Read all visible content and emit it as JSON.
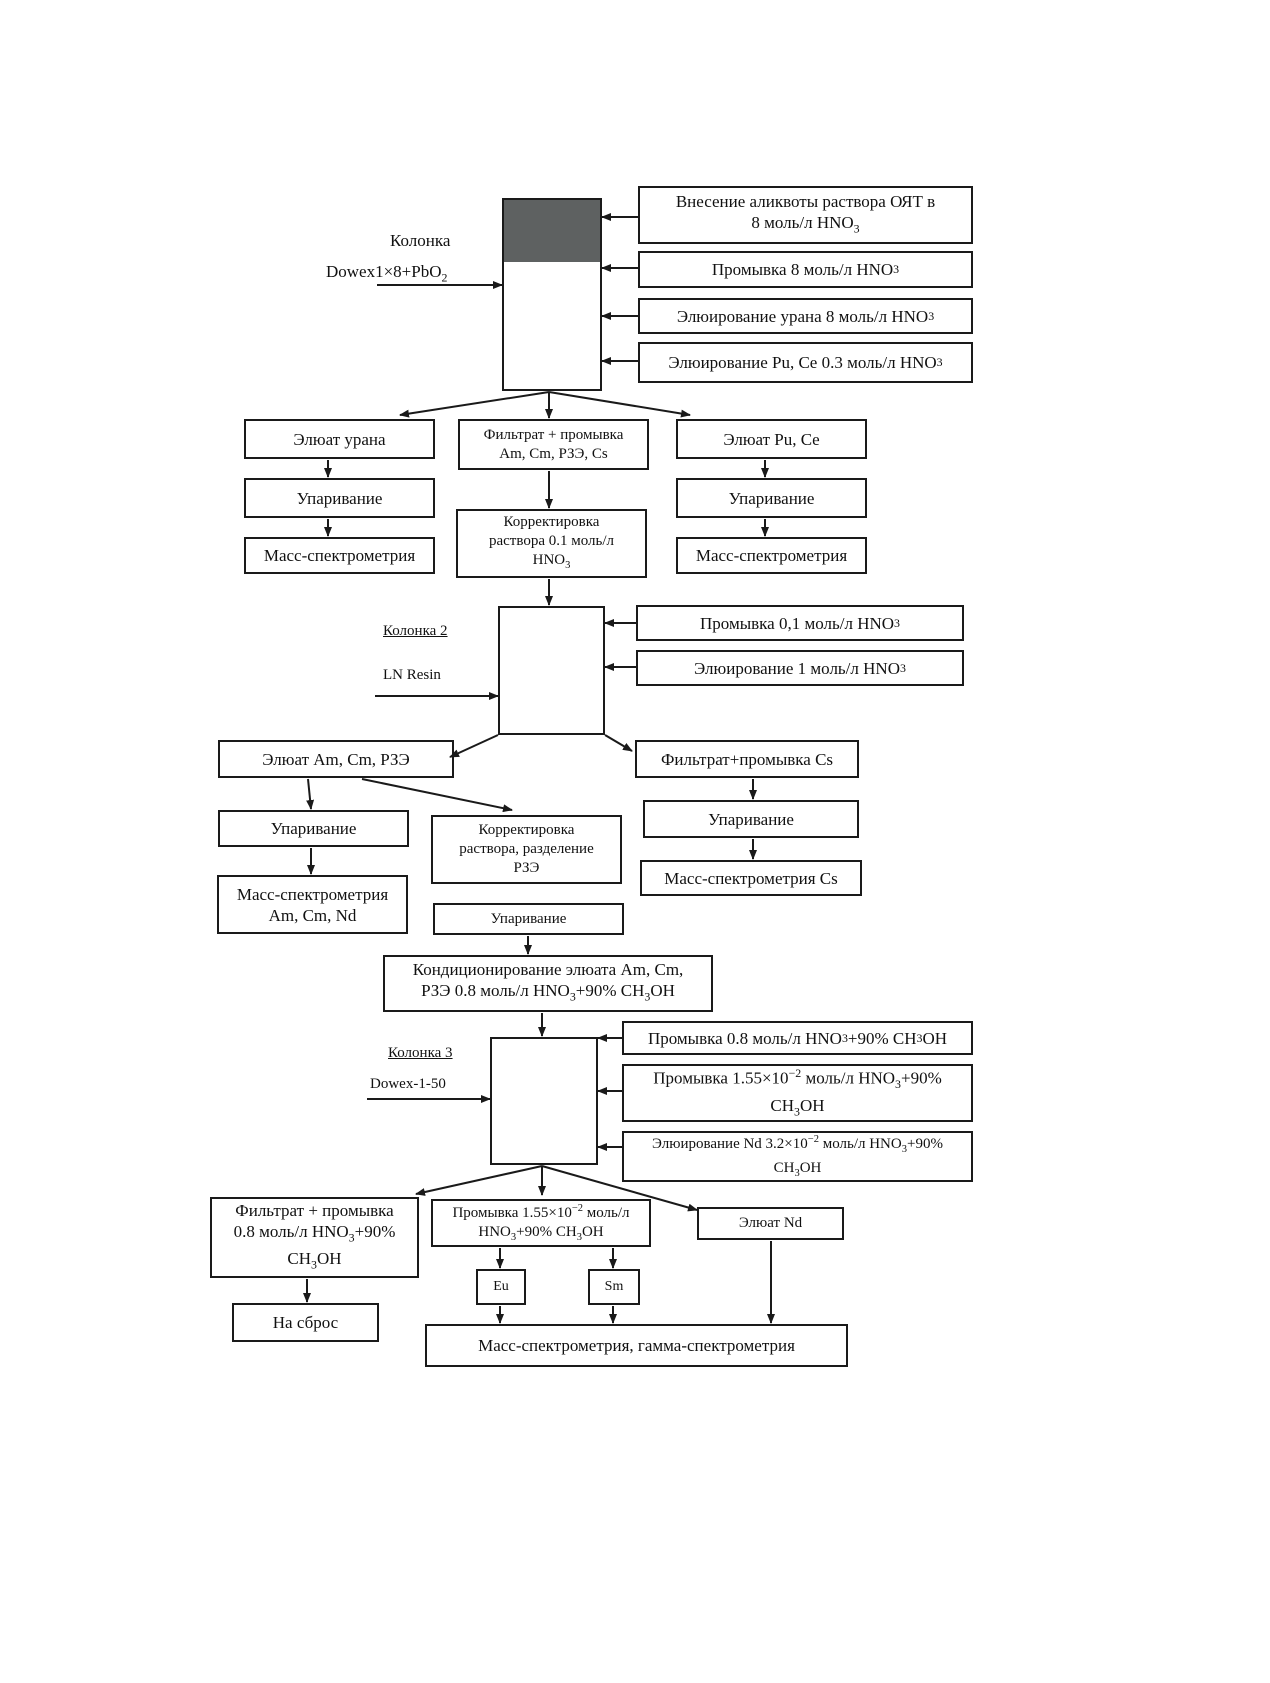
{
  "column1": {
    "title": "Колонка",
    "resin": "Dowex1×8+PbO",
    "resin_sub": "2",
    "feeds": [
      {
        "l1": "Внесение аликвоты раствора ОЯТ в",
        "l2a": "8 моль/л HNO",
        "l2sub": "3"
      },
      {
        "a": "Промывка 8 моль/л HNO",
        "sub": "3"
      },
      {
        "a": "Элюирование урана 8 моль/л HNO",
        "sub": "3"
      },
      {
        "a": "Элюирование Pu, Ce 0.3 моль/л HNO",
        "sub": "3"
      }
    ]
  },
  "branch1": {
    "left": [
      "Элюат урана",
      "Упаривание",
      "Масс-спектрометрия"
    ],
    "mid_l1": "Фильтрат + промывка",
    "mid_l2": "Am, Cm, РЗЭ, Cs",
    "corr_l1": "Корректировка",
    "corr_l2": "раствора 0.1 моль/л",
    "corr_l3": "HNO",
    "corr_l3_sub": "3",
    "right": [
      "Элюат Pu, Ce",
      "Упаривание",
      "Масс-спектрометрия"
    ]
  },
  "column2": {
    "title": "Колонка 2",
    "resin": "LN Resin",
    "feeds": [
      {
        "a": "Промывка 0,1 моль/л HNO",
        "sub": "3"
      },
      {
        "a": "Элюирование 1 моль/л HNO",
        "sub": "3"
      }
    ]
  },
  "branch2": {
    "left_eluate": "Элюат Am, Cm, РЗЭ",
    "left_evap": "Упаривание",
    "left_ms_l1": "Масс-спектрометрия",
    "left_ms_l2": "Am, Cm, Nd",
    "corr_l1": "Корректировка",
    "corr_l2": "раствора, разделение",
    "corr_l3": "РЗЭ",
    "corr_evap": "Упаривание",
    "right": [
      "Фильтрат+промывка Cs",
      "Упаривание",
      "Масс-спектрометрия Cs"
    ]
  },
  "conditioning": {
    "l1": "Кондиционирование элюата Am, Cm,",
    "l2a": "РЗЭ 0.8 моль/л HNO",
    "l2sub": "3",
    "l2b": "+90% CH",
    "l2sub2": "3",
    "l2c": "OH"
  },
  "column3": {
    "title": "Колонка 3",
    "resin": "Dowex-1-50",
    "feed1": {
      "a": "Промывка 0.8 моль/л HNO",
      "sub": "3",
      "b": "+90% CH",
      "sub2": "3",
      "c": "OH"
    },
    "feed2": {
      "a": "Промывка 1.55×10",
      "sup": "−2",
      "b": " моль/л HNO",
      "sub": "3",
      "c": "+90%",
      "l2a": "CH",
      "l2sub": "3",
      "l2b": "OH"
    },
    "feed3": {
      "a": "Элюирование Nd 3.2×10",
      "sup": "−2",
      "b": "  моль/л HNO",
      "sub": "3",
      "c": "+90%",
      "l2a": "CH",
      "l2sub": "3",
      "l2b": "OH"
    }
  },
  "branch3": {
    "waste_l1": "Фильтрат + промывка",
    "waste_l2a": "0.8 моль/л HNO",
    "waste_l2sub": "3",
    "waste_l2b": "+90%",
    "waste_l3a": "CH",
    "waste_l3sub": "3",
    "waste_l3b": "OH",
    "drain": "На сброс",
    "wash_l1a": "Промывка 1.55×10",
    "wash_sup": "−2",
    "wash_l1b": " моль/л",
    "wash_l2a": "HNO",
    "wash_l2sub": "3",
    "wash_l2b": "+90% CH",
    "wash_l2sub2": "3",
    "wash_l2c": "OH",
    "eu": "Eu",
    "sm": "Sm",
    "nd": "Элюат Nd",
    "final": "Масс-спектрометрия, гамма-спектрометрия"
  }
}
